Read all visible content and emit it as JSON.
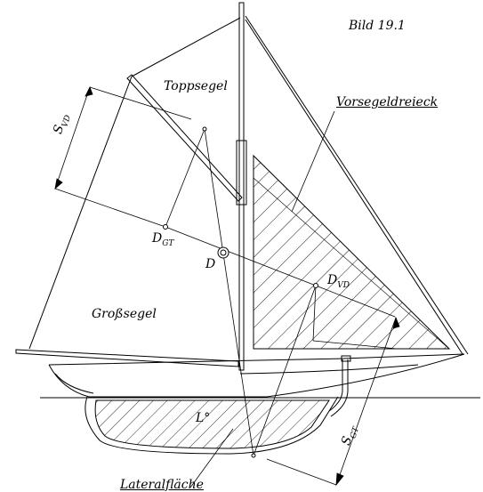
{
  "figure_label": "Bild 19.1",
  "labels": {
    "topsail": "Toppsegel",
    "foresail_triangle": "Vorsegeldreieck",
    "mainsail": "Großsegel",
    "lateral_area": "Lateralfläche",
    "center_d": "D",
    "center_l": "L",
    "center_l_mark": "°",
    "dgt_main": "D",
    "dgt_sub": "GT",
    "dvd_main": "D",
    "dvd_sub": "VD",
    "svd_main": "S",
    "svd_sub": "VD",
    "sgt_main": "S",
    "sgt_sub": "GT"
  },
  "colors": {
    "ink": "#000000",
    "paper": "#ffffff"
  }
}
